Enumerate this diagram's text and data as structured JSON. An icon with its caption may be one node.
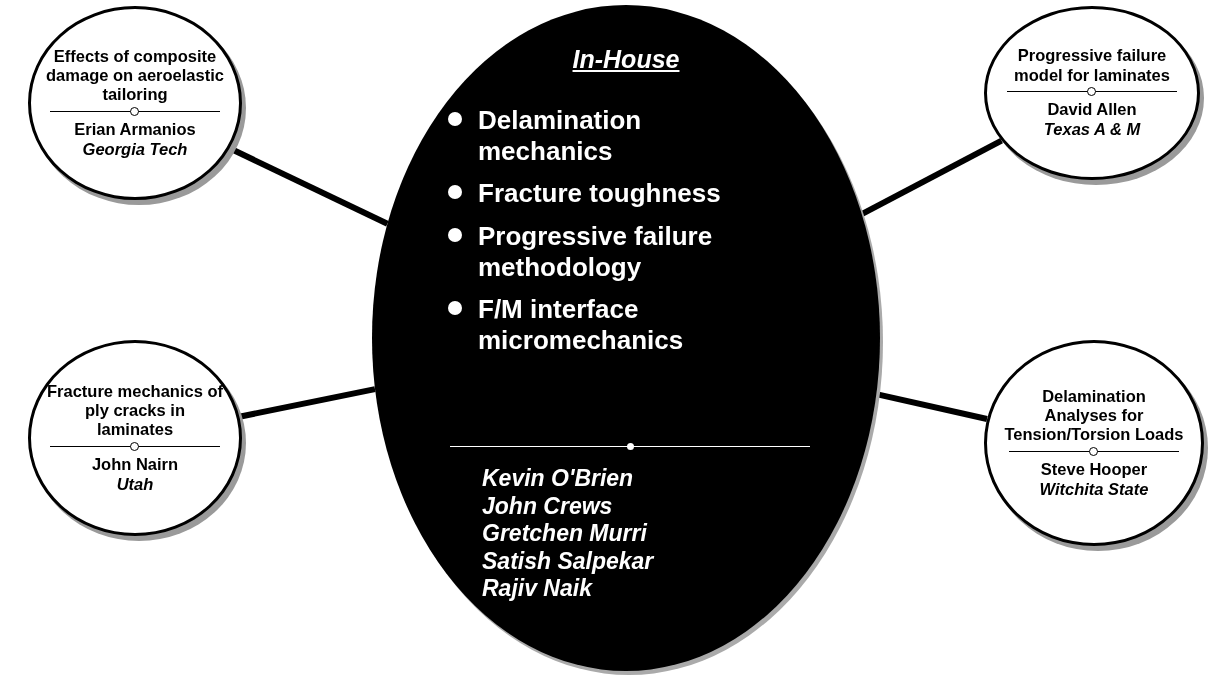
{
  "diagram": {
    "nodes": [
      {
        "text": [
          "In-House",
          "Delamination mechanics",
          "Fracture toughness",
          "Progressive failure methodology",
          "F/M interface micromechanics",
          "Kevin O'Brien",
          "John Crews",
          "Gretchen Murri",
          "Satish Salpekar",
          "Rajiv Naik"
        ]
      },
      {
        "text": [
          "Effects of composite damage on aeroelastic tailoring",
          "Erian Armanios",
          "Georgia Tech"
        ]
      },
      {
        "text": [
          "Progressive failure model for laminates",
          "David Allen",
          "Texas A & M"
        ]
      },
      {
        "text": [
          "Fracture mechanics of ply cracks in laminates",
          "John Nairn",
          "Utah"
        ]
      },
      {
        "text": [
          "Delamination Analyses for Tension/Torsion Loads",
          "Steve Hooper",
          "Witchita State"
        ]
      }
    ],
    "edges": [
      {
        "from": 0,
        "to": 1,
        "arrow": "none"
      },
      {
        "from": 0,
        "to": 2,
        "arrow": "none"
      },
      {
        "from": 0,
        "to": 3,
        "arrow": "none"
      },
      {
        "from": 0,
        "to": 4,
        "arrow": "none"
      }
    ]
  }
}
